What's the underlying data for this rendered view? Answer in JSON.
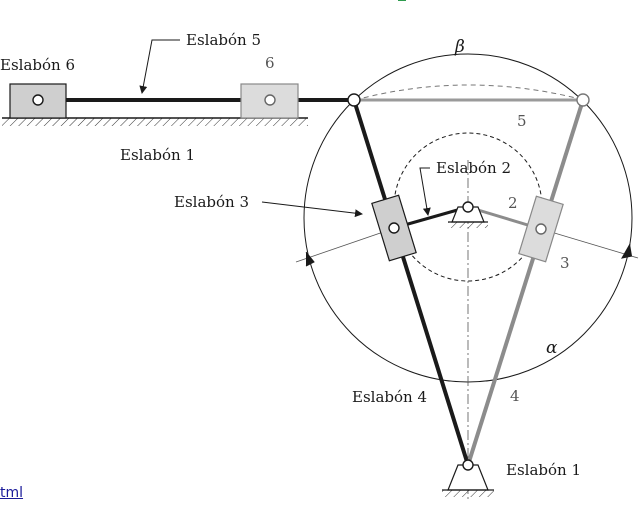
{
  "labels": {
    "eslabon6": "Eslabón 6",
    "eslabon5": "Eslabón 5",
    "eslabon1_top": "Eslabón 1",
    "eslabon2": "Eslabón 2",
    "eslabon3": "Eslabón 3",
    "eslabon4": "Eslabón 4",
    "eslabon1_bottom": "Eslabón 1"
  },
  "numbers": {
    "n6": "6",
    "n5": "5",
    "n2": "2",
    "n3": "3",
    "n4": "4"
  },
  "angles": {
    "beta": "β",
    "alpha": "α"
  },
  "footer": {
    "link_text": "tml"
  },
  "colors": {
    "dark_links": "#1a1a1a",
    "gray_links": "#8c8c8c",
    "slider_fill_dark": "#cfcfcf",
    "slider_fill_light": "#dcdcdc",
    "green_accent": "#2e9b4e"
  }
}
